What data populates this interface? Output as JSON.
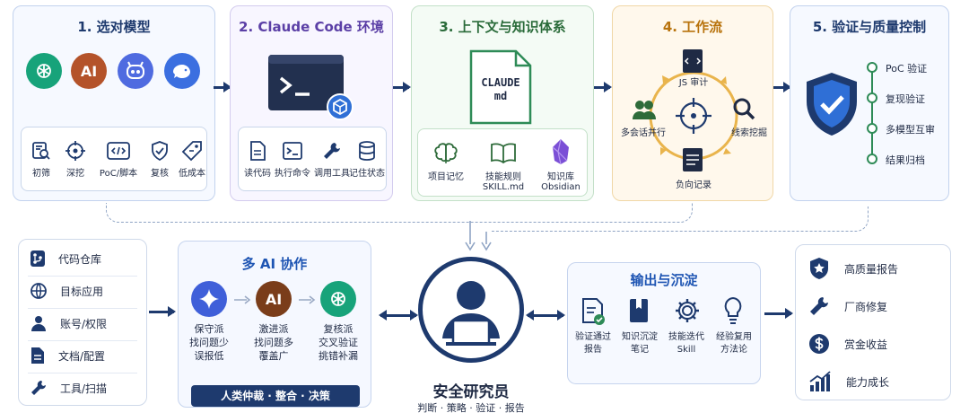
{
  "stages": [
    {
      "title": "1. 选对模型",
      "tools": [
        "初筛",
        "深挖",
        "PoC/脚本",
        "复核",
        "低成本"
      ]
    },
    {
      "title": "2. Claude Code 环境",
      "tools": [
        "读代码",
        "执行命令",
        "调用工具",
        "记住状态"
      ]
    },
    {
      "title": "3. 上下文与知识体系",
      "doc": {
        "line1": "CLAUDE",
        "line2": "md"
      },
      "tools": [
        {
          "l1": "项目记忆",
          "l2": ""
        },
        {
          "l1": "技能规则",
          "l2": "SKILL.md"
        },
        {
          "l1": "知识库",
          "l2": "Obsidian"
        }
      ]
    },
    {
      "title": "4. 工作流",
      "nodes": [
        "JS 审计",
        "多会话并行",
        "线索挖掘",
        "负向记录"
      ]
    },
    {
      "title": "5. 验证与质量控制",
      "steps": [
        "PoC 验证",
        "复现验证",
        "多模型互审",
        "结果归档"
      ]
    }
  ],
  "inputs": [
    "代码仓库",
    "目标应用",
    "账号/权限",
    "文档/配置",
    "工具/扫描"
  ],
  "collab": {
    "title": "多 AI 协作",
    "models": [
      {
        "name": "保守派",
        "l2": "找问题少",
        "l3": "误报低"
      },
      {
        "name": "激进派",
        "l2": "找问题多",
        "l3": "覆盖广"
      },
      {
        "name": "复核派",
        "l2": "交叉验证",
        "l3": "挑错补漏"
      }
    ],
    "footer": "人类仲裁 · 整合 · 决策"
  },
  "researcher": {
    "title": "安全研究员",
    "subtitle": "判断 · 策略 · 验证 · 报告"
  },
  "outputs": {
    "title": "输出与沉淀",
    "items": [
      {
        "l1": "验证通过",
        "l2": "报告"
      },
      {
        "l1": "知识沉淀",
        "l2": "笔记"
      },
      {
        "l1": "技能迭代",
        "l2": "Skill"
      },
      {
        "l1": "经验复用",
        "l2": "方法论"
      }
    ]
  },
  "results": [
    "高质量报告",
    "厂商修复",
    "赏金收益",
    "能力成长"
  ],
  "colors": {
    "navy": "#1e3a6e",
    "green": "#2e8b57",
    "orange": "#e0a028",
    "purple": "#6b4fc0",
    "blue": "#2f6fd6"
  }
}
